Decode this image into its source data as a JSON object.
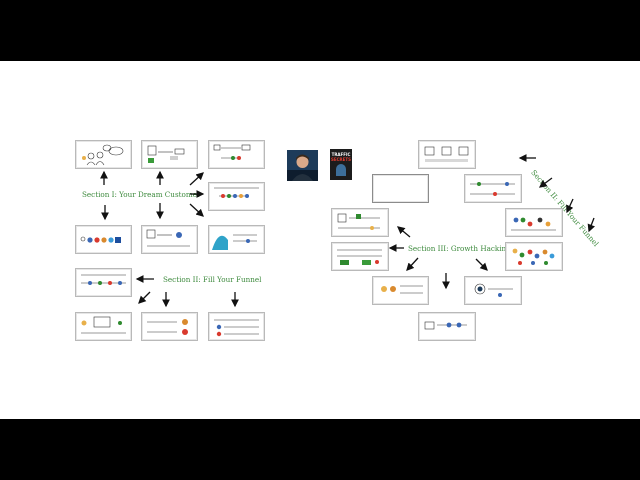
{
  "sections": {
    "s1": "Section I: Your Dream Customer",
    "s2": "Section II: Fill Your Funnel",
    "s2_rotated": "Section II: Fill Your Funnel",
    "s3": "Section III: Growth Hacking"
  },
  "book": {
    "title_line1": "TRAFFIC",
    "title_line2": "SECRETS"
  },
  "colors": {
    "label": "#3d8a3d",
    "card_border": "#b9b9b9",
    "background": "#ffffff",
    "letterbox": "#000000"
  }
}
